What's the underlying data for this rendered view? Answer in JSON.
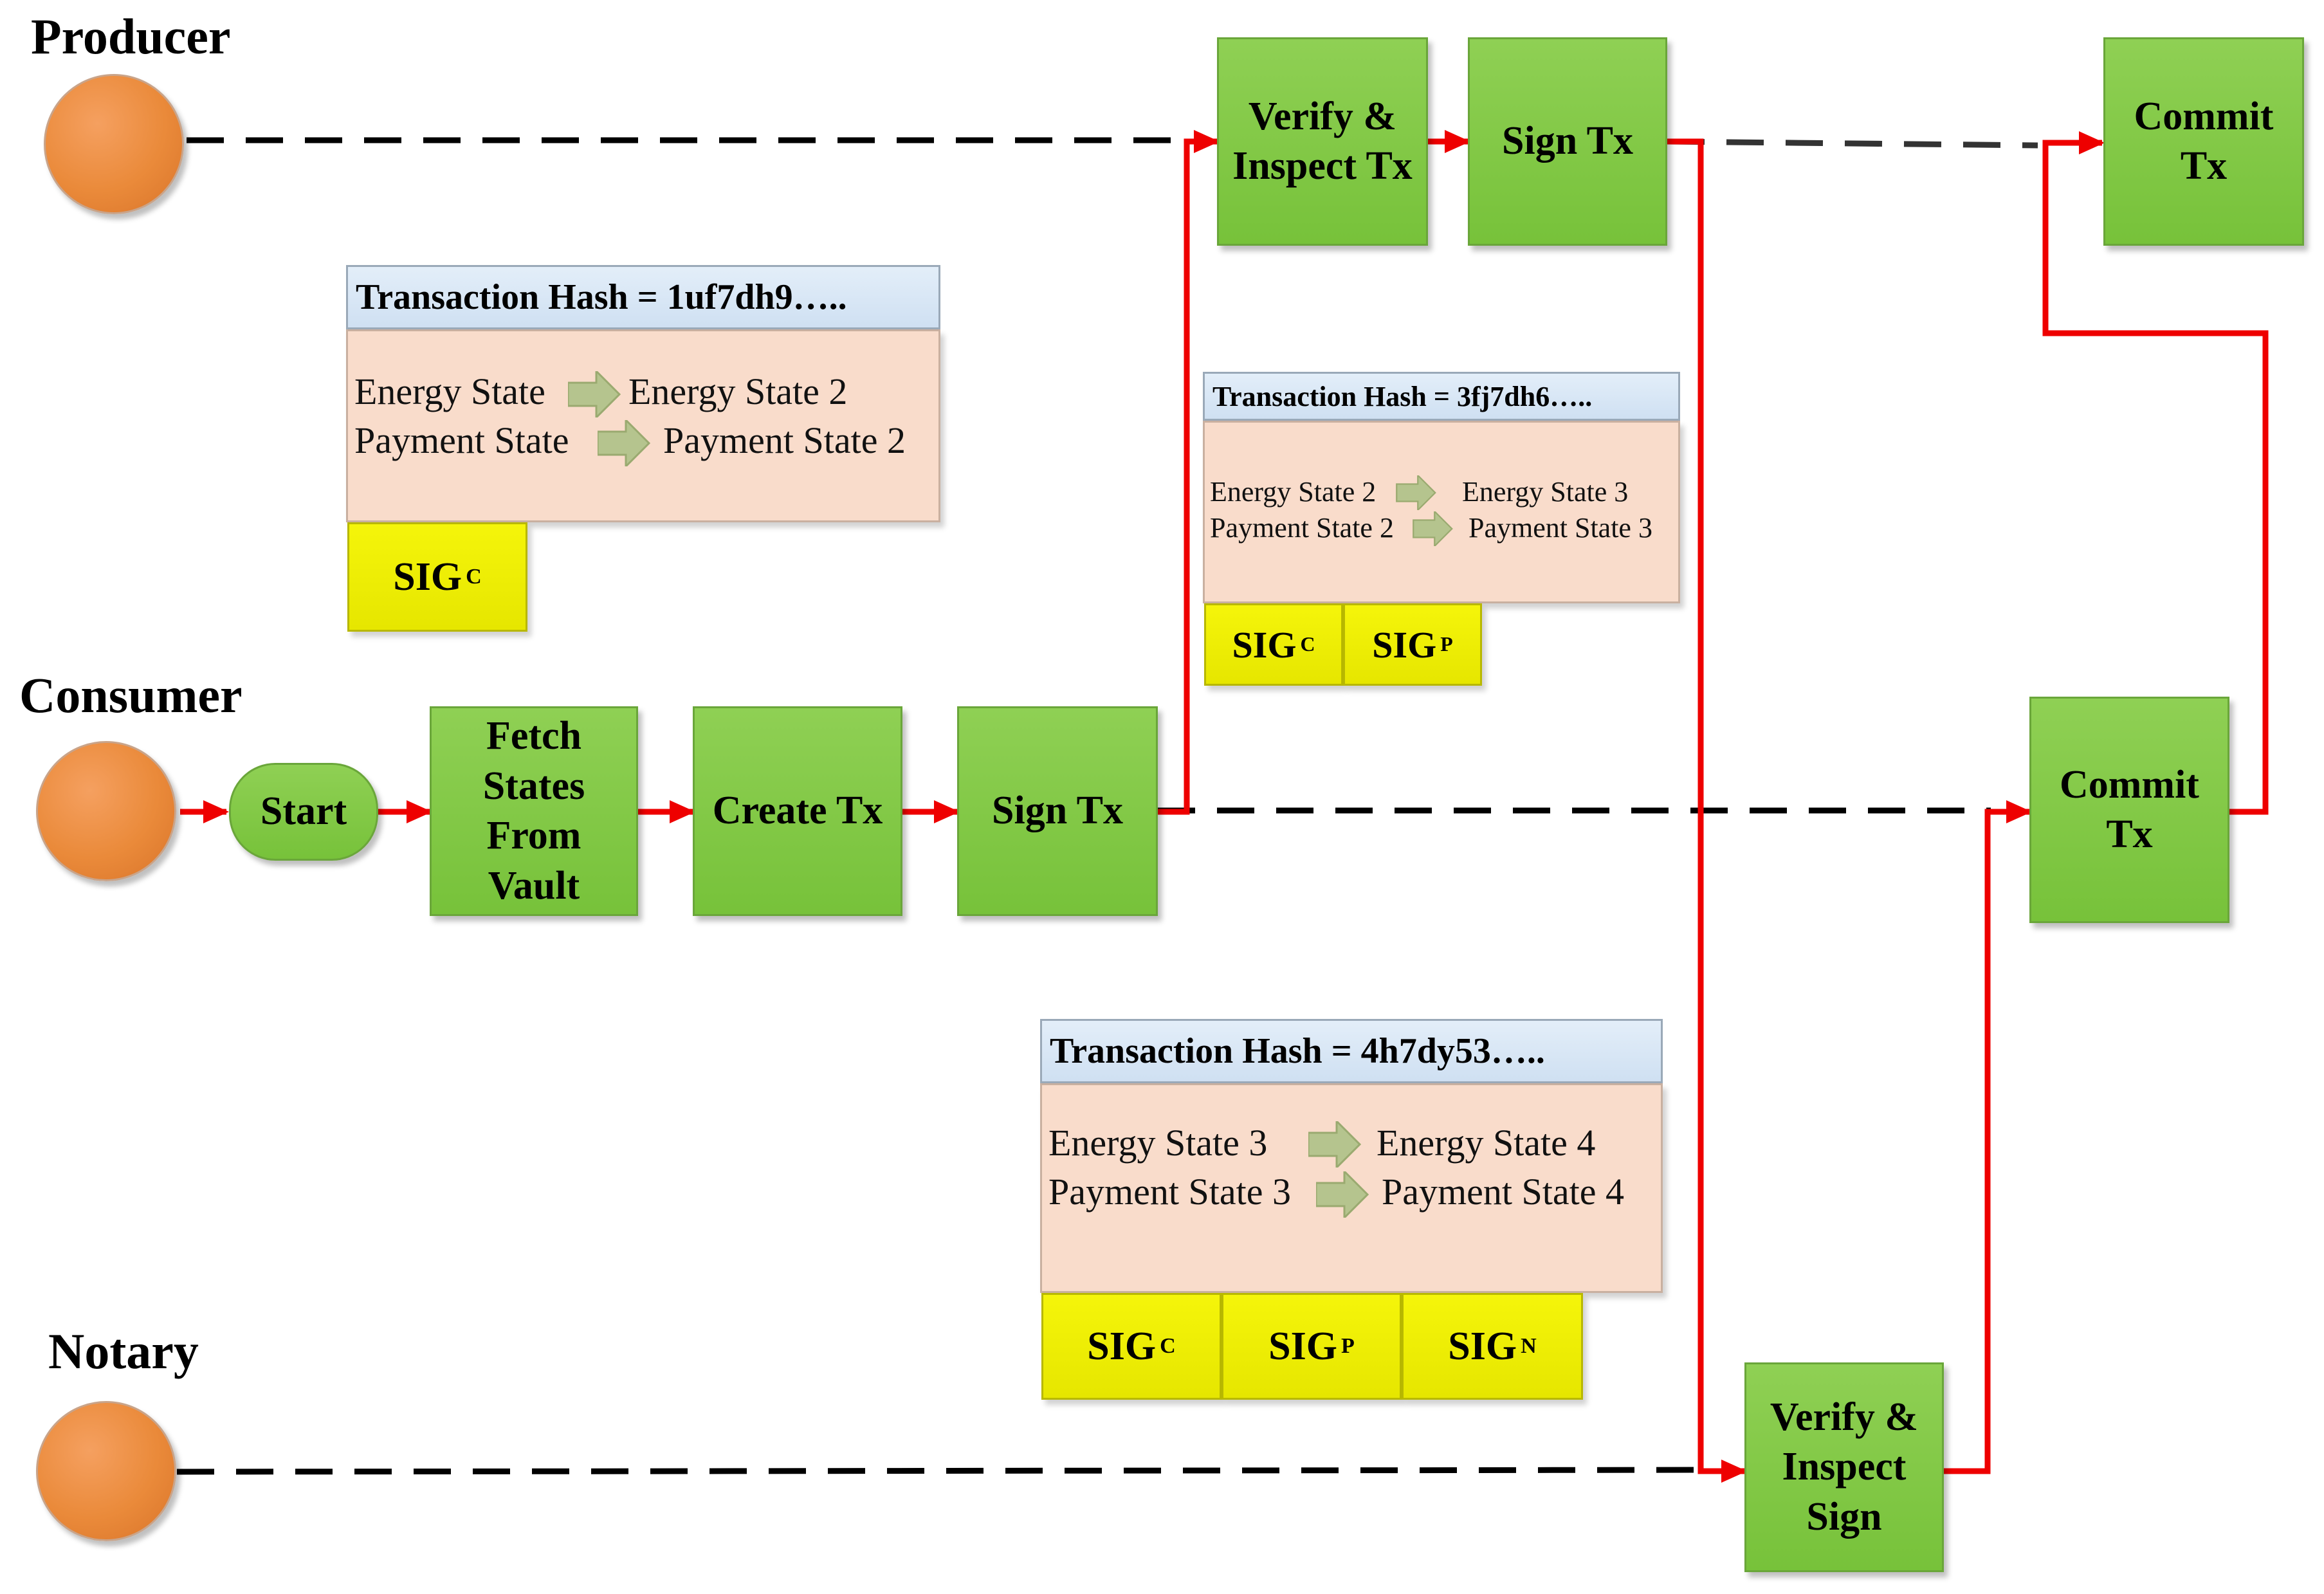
{
  "actors": {
    "producer": "Producer",
    "consumer": "Consumer",
    "notary": "Notary"
  },
  "steps": {
    "start": "Start",
    "fetch_states": "Fetch\nStates\nFrom\nVault",
    "create_tx": "Create Tx",
    "consumer_sign_tx": "Sign Tx",
    "producer_verify": "Verify &\nInspect Tx",
    "producer_sign_tx": "Sign Tx",
    "producer_commit": "Commit\nTx",
    "consumer_commit": "Commit\nTx",
    "notary_verify": "Verify &\nInspect\nSign"
  },
  "transactions": [
    {
      "hash_label": "Transaction Hash = 1uf7dh9…..",
      "lines": [
        {
          "from": "Energy State",
          "to": "Energy State 2"
        },
        {
          "from": "Payment State",
          "to": "Payment State 2"
        }
      ],
      "signatures": [
        {
          "label": "SIG",
          "sub": "C"
        }
      ]
    },
    {
      "hash_label": "Transaction Hash = 3fj7dh6…..",
      "lines": [
        {
          "from": "Energy State 2",
          "to": "Energy State 3"
        },
        {
          "from": "Payment State 2",
          "to": "Payment State 3"
        }
      ],
      "signatures": [
        {
          "label": "SIG",
          "sub": "C"
        },
        {
          "label": "SIG",
          "sub": "P"
        }
      ]
    },
    {
      "hash_label": "Transaction Hash = 4h7dy53…..",
      "lines": [
        {
          "from": "Energy State 3",
          "to": "Energy State 4"
        },
        {
          "from": "Payment State 3",
          "to": "Payment State 4"
        }
      ],
      "signatures": [
        {
          "label": "SIG",
          "sub": "C"
        },
        {
          "label": "SIG",
          "sub": "P"
        },
        {
          "label": "SIG",
          "sub": "N"
        }
      ]
    }
  ],
  "colors": {
    "step_fill": "#7ec544",
    "actor_fill": "#ea8a3a",
    "flow_line": "#ee0000",
    "lane_line": "#000000",
    "header_fill": "#d9e6f4",
    "body_fill": "#f9dccb",
    "sig_fill": "#f2f200",
    "arrow_fill": "#b5c48e"
  }
}
